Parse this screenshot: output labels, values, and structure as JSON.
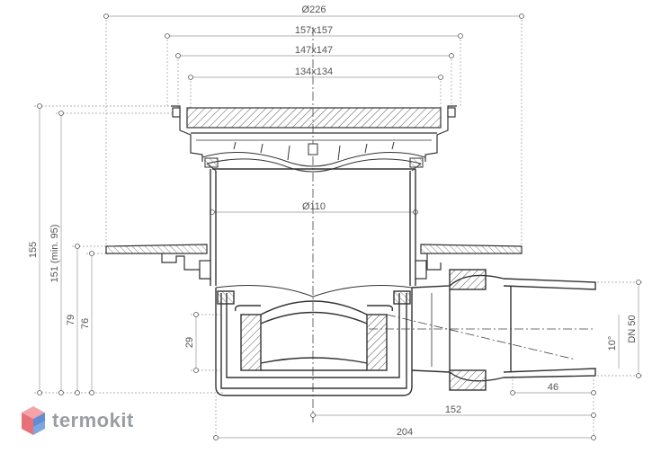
{
  "dimensions": {
    "d226": "Ø226",
    "d157": "157x157",
    "d147": "147x147",
    "d134": "134x134",
    "d110": "Ø110",
    "h155": "155",
    "h151": "151 (min. 95)",
    "h79": "79",
    "h76": "76",
    "h29": "29",
    "angle": "10°",
    "dn50": "DN 50",
    "w46": "46",
    "w152": "152",
    "w204": "204"
  },
  "logo": {
    "text": "termokit",
    "colors": [
      "#e8707a",
      "#f4a3a8",
      "#7ea7e0",
      "#4d78c8"
    ]
  },
  "colors": {
    "line": "#333333",
    "dim": "#888888",
    "hatch": "#555555"
  }
}
